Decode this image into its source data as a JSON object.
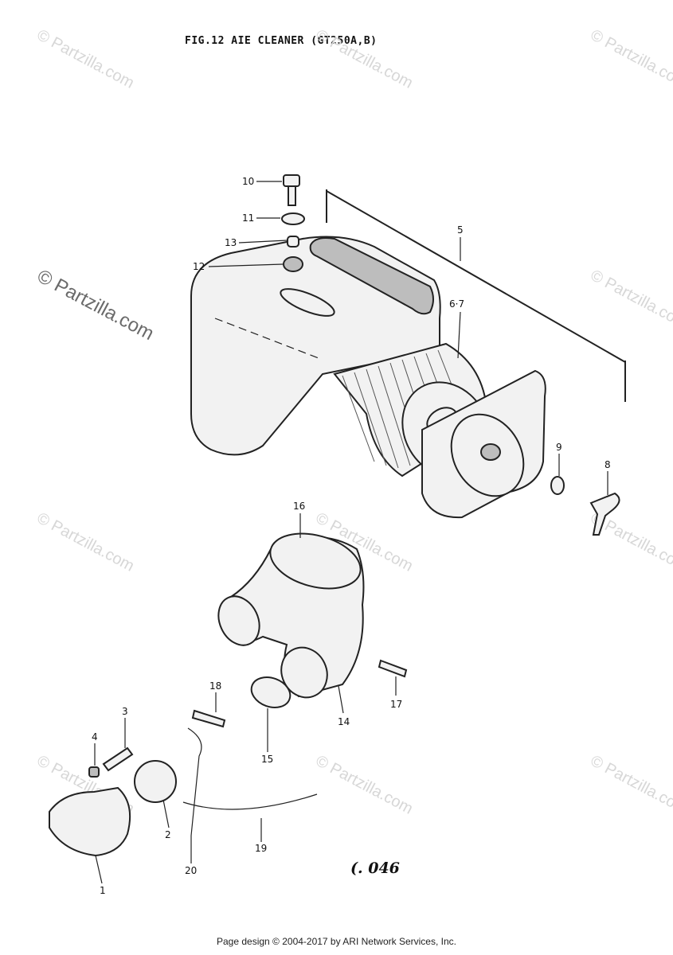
{
  "diagram": {
    "title": "FIG.12  AIE CLEANER (GT250A,B)",
    "drawing_code": "(. 046",
    "footer": "Page design © 2004-2017 by ARI Network Services, Inc.",
    "watermark": {
      "brand": "© Partzilla.com",
      "brand_large": "© Partzilla.com"
    },
    "callouts": {
      "c1": "1",
      "c2": "2",
      "c3": "3",
      "c4": "4",
      "c5": "5",
      "c67": "6·7",
      "c8": "8",
      "c9": "9",
      "c10": "10",
      "c11": "11",
      "c12": "12",
      "c13": "13",
      "c14": "14",
      "c15": "15",
      "c16": "16",
      "c17": "17",
      "c18": "18",
      "c19": "19",
      "c20": "20"
    }
  }
}
